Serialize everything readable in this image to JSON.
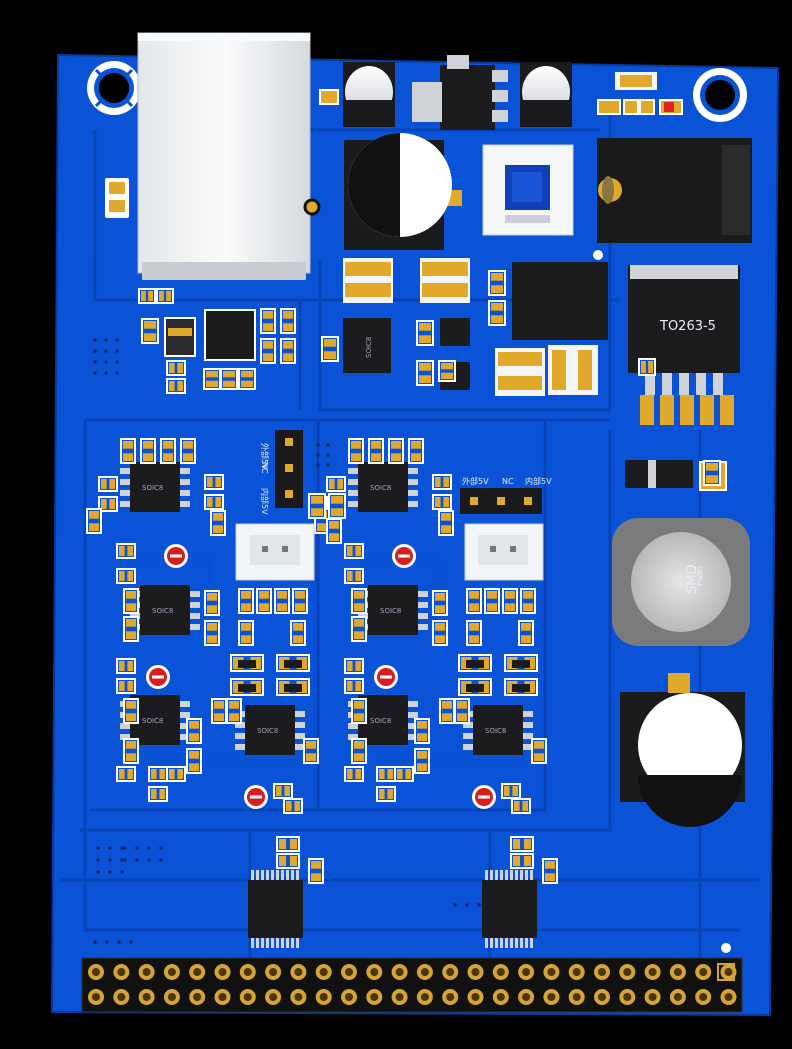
{
  "board": {
    "colors": {
      "substrate": "#0a52d6",
      "trace": "#0a47bd",
      "pad_gold": "#e0a92c",
      "chip_black": "#1c1c1f",
      "silk_white": "#f2f4f8",
      "connector_shell": "#e9ecef",
      "header_pin": "#d4a437"
    },
    "labels": {
      "regulator": "TO263-5",
      "inductor": "SMD",
      "inductor_sub": "PW80",
      "opamp_1": "SOIC8",
      "opamp_2": "SOIC8",
      "opamp_3": "SOIC8",
      "opamp_4": "SOIC8",
      "opamp_5": "SOIC8",
      "opamp_6": "SOIC8",
      "opamp_7": "SOIC8",
      "opamp_8": "SOIC8",
      "opamp_top": "SOIC8",
      "jumper_left_top": "外部5V",
      "jumper_left_mid": "NC",
      "jumper_left_bottom": "内部5V",
      "jumper_right_left": "外部5V",
      "jumper_right_mid": "NC",
      "jumper_right_right": "内部5V"
    },
    "icons": {
      "mount_hole": "mount-hole-icon",
      "ethernet": "rj45-jack-icon",
      "dc_jack": "dc-barrel-jack-icon",
      "switch": "push-switch-icon"
    }
  }
}
